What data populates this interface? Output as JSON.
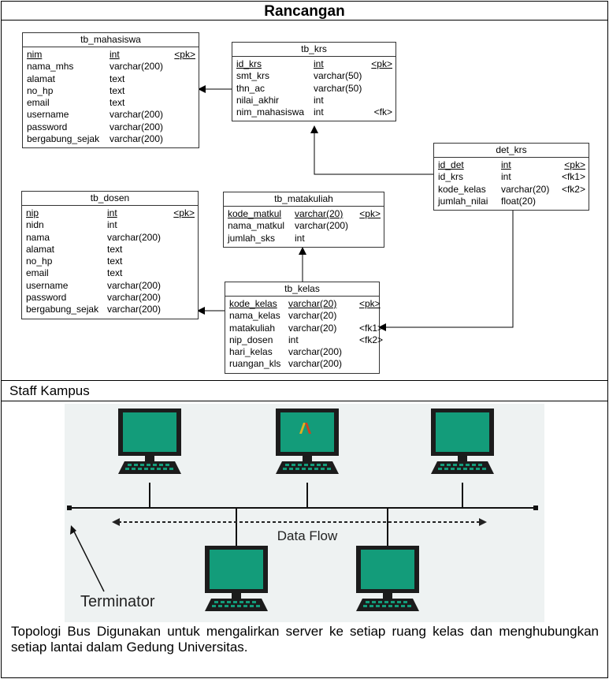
{
  "header": {
    "title": "Rancangan"
  },
  "erd": {
    "tables": {
      "tb_mahasiswa": {
        "name": "tb_mahasiswa",
        "columns": [
          {
            "name": "nim",
            "type": "int",
            "key": "<pk>",
            "pk": true
          },
          {
            "name": "nama_mhs",
            "type": "varchar(200)",
            "key": ""
          },
          {
            "name": "alamat",
            "type": "text",
            "key": ""
          },
          {
            "name": "no_hp",
            "type": "text",
            "key": ""
          },
          {
            "name": "email",
            "type": "text",
            "key": ""
          },
          {
            "name": "username",
            "type": "varchar(200)",
            "key": ""
          },
          {
            "name": "password",
            "type": "varchar(200)",
            "key": ""
          },
          {
            "name": "bergabung_sejak",
            "type": "varchar(200)",
            "key": ""
          }
        ]
      },
      "tb_krs": {
        "name": "tb_krs",
        "columns": [
          {
            "name": "id_krs",
            "type": "int",
            "key": "<pk>",
            "pk": true
          },
          {
            "name": "smt_krs",
            "type": "varchar(50)",
            "key": ""
          },
          {
            "name": "thn_ac",
            "type": "varchar(50)",
            "key": ""
          },
          {
            "name": "nilai_akhir",
            "type": "int",
            "key": ""
          },
          {
            "name": "nim_mahasiswa",
            "type": "int",
            "key": "<fk>"
          }
        ]
      },
      "det_krs": {
        "name": "det_krs",
        "columns": [
          {
            "name": "id_det",
            "type": "int",
            "key": "<pk>",
            "pk": true
          },
          {
            "name": "id_krs",
            "type": "int",
            "key": "<fk1>"
          },
          {
            "name": "kode_kelas",
            "type": "varchar(20)",
            "key": "<fk2>"
          },
          {
            "name": "jumlah_nilai",
            "type": "float(20)",
            "key": ""
          }
        ]
      },
      "tb_dosen": {
        "name": "tb_dosen",
        "columns": [
          {
            "name": "nip",
            "type": "int",
            "key": "<pk>",
            "pk": true
          },
          {
            "name": "nidn",
            "type": "int",
            "key": ""
          },
          {
            "name": "nama",
            "type": "varchar(200)",
            "key": ""
          },
          {
            "name": "alamat",
            "type": "text",
            "key": ""
          },
          {
            "name": "no_hp",
            "type": "text",
            "key": ""
          },
          {
            "name": "email",
            "type": "text",
            "key": ""
          },
          {
            "name": "username",
            "type": "varchar(200)",
            "key": ""
          },
          {
            "name": "password",
            "type": "varchar(200)",
            "key": ""
          },
          {
            "name": "bergabung_sejak",
            "type": "varchar(200)",
            "key": ""
          }
        ]
      },
      "tb_matakuliah": {
        "name": "tb_matakuliah",
        "columns": [
          {
            "name": "kode_matkul",
            "type": "varchar(20)",
            "key": "<pk>",
            "pk": true
          },
          {
            "name": "nama_matkul",
            "type": "varchar(200)",
            "key": ""
          },
          {
            "name": "jumlah_sks",
            "type": "int",
            "key": ""
          }
        ]
      },
      "tb_kelas": {
        "name": "tb_kelas",
        "columns": [
          {
            "name": "kode_kelas",
            "type": "varchar(20)",
            "key": "<pk>",
            "pk": true
          },
          {
            "name": "nama_kelas",
            "type": "varchar(20)",
            "key": ""
          },
          {
            "name": "matakuliah",
            "type": "varchar(20)",
            "key": "<fk1>"
          },
          {
            "name": "nip_dosen",
            "type": "int",
            "key": "<fk2>"
          },
          {
            "name": "hari_kelas",
            "type": "varchar(200)",
            "key": ""
          },
          {
            "name": "ruangan_kls",
            "type": "varchar(200)",
            "key": ""
          }
        ]
      }
    },
    "relations": [
      {
        "from": "tb_krs",
        "to": "tb_mahasiswa"
      },
      {
        "from": "det_krs",
        "to": "tb_krs"
      },
      {
        "from": "det_krs",
        "to": "tb_kelas"
      },
      {
        "from": "tb_kelas",
        "to": "tb_matakuliah"
      },
      {
        "from": "tb_kelas",
        "to": "tb_dosen"
      }
    ]
  },
  "section2": {
    "label": "Staff Kampus"
  },
  "network": {
    "data_flow_label": "Data Flow",
    "terminator_label": "Terminator",
    "computers": 5,
    "colors": {
      "screen": "#139c7a",
      "monitor": "#1c1c1c",
      "background": "#eef2f2"
    }
  },
  "caption": "Topologi Bus Digunakan untuk mengalirkan server ke setiap ruang kelas dan menghubungkan setiap lantai dalam Gedung Universitas."
}
